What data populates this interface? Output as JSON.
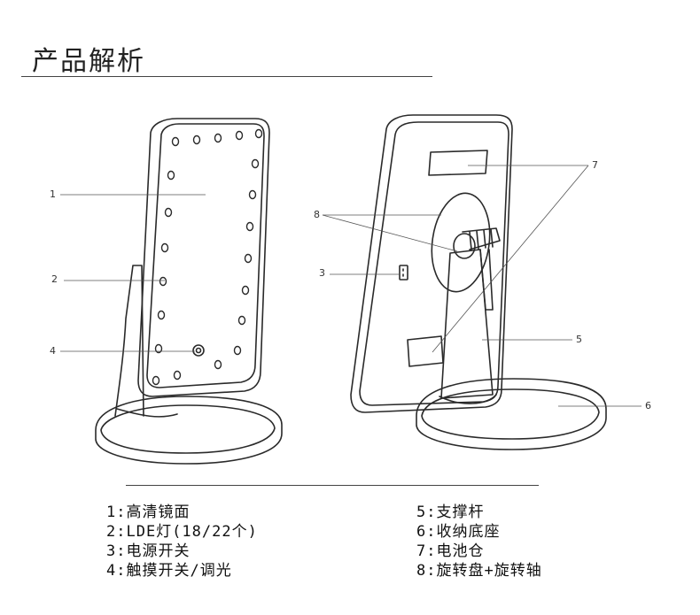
{
  "page": {
    "title": "产品解析"
  },
  "callouts": {
    "c1": "1",
    "c2": "2",
    "c3": "3",
    "c4": "4",
    "c5": "5",
    "c6": "6",
    "c7": "7",
    "c8": "8"
  },
  "legend": {
    "left": [
      "1:高清镜面",
      "2:LDE灯(18/22个)",
      "3:电源开关",
      "4:触摸开关/调光"
    ],
    "right": [
      "5:支撑杆",
      "6:收纳底座",
      "7:电池仓",
      "8:旋转盘+旋转轴"
    ]
  }
}
